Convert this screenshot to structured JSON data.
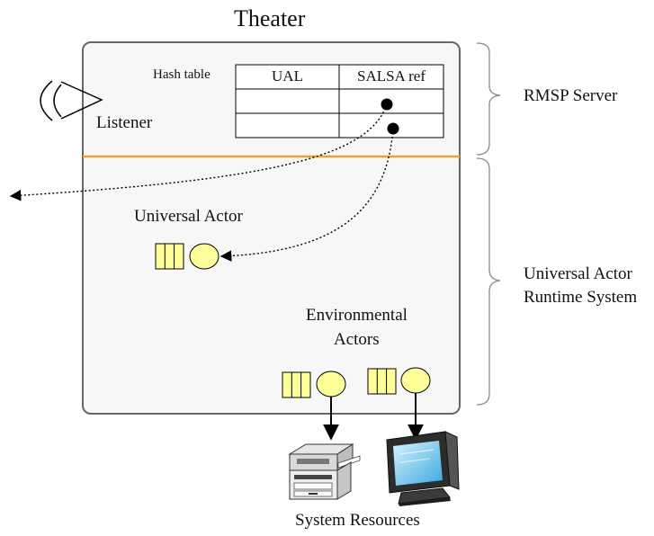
{
  "title": "Theater",
  "listener_label": "Listener",
  "hash_table": {
    "label": "Hash table",
    "columns": [
      "UAL",
      "SALSA ref"
    ]
  },
  "universal_actor_label": "Universal Actor",
  "environmental_actors_label": [
    "Environmental",
    "Actors"
  ],
  "right_labels": {
    "rmsp_server": "RMSP Server",
    "runtime_system": [
      "Universal Actor",
      "Runtime System"
    ]
  },
  "system_resources_label": "System Resources",
  "colors": {
    "actor_fill": "#ffff99",
    "divider": "#f0a030",
    "theater_bg": "#f7f7f7",
    "theater_border": "#666666"
  },
  "icons": [
    "eye-icon",
    "printer-icon",
    "computer-monitor-icon"
  ]
}
